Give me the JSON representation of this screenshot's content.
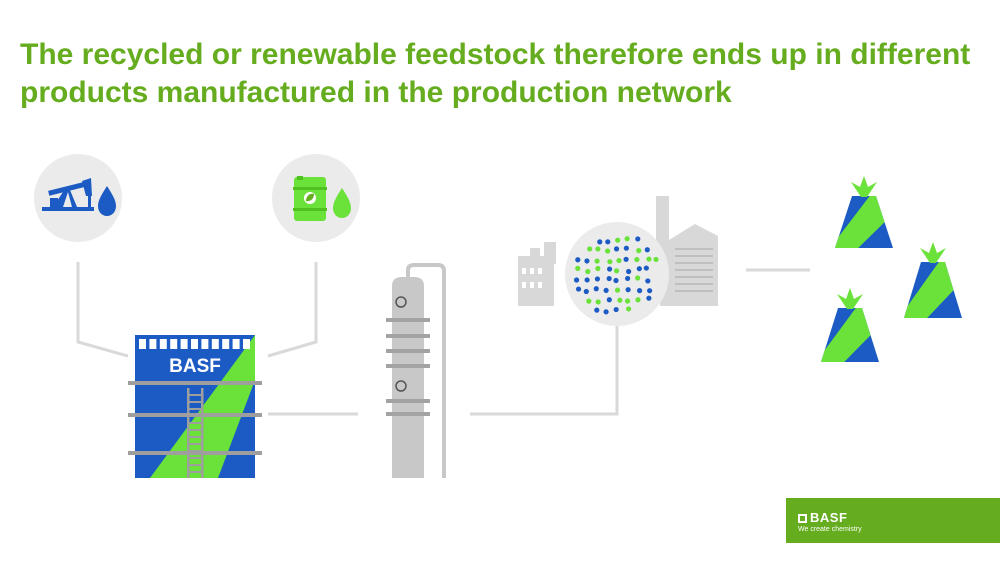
{
  "headline": {
    "line1": "The recycled or renewable feedstock therefore ends up in different",
    "line2": "products manufactured in the production network"
  },
  "tank_label": "BASF",
  "footer_logo": {
    "brand": "BASF",
    "tagline": "We create chemistry"
  },
  "icons": {
    "fossil": "oil-pump-and-drop-icon",
    "renewable": "leaf-barrel-and-drop-icon",
    "product": "product-bag-icon"
  },
  "colors": {
    "headline_green": "#65ac1e",
    "blue": "#1c5bc4",
    "light_green": "#6ae23a",
    "grey_circle": "#ebebeb",
    "connector_grey": "#d9d9d9",
    "column_grey": "#c8c8c8",
    "plant_grey": "#d8d8d8"
  }
}
